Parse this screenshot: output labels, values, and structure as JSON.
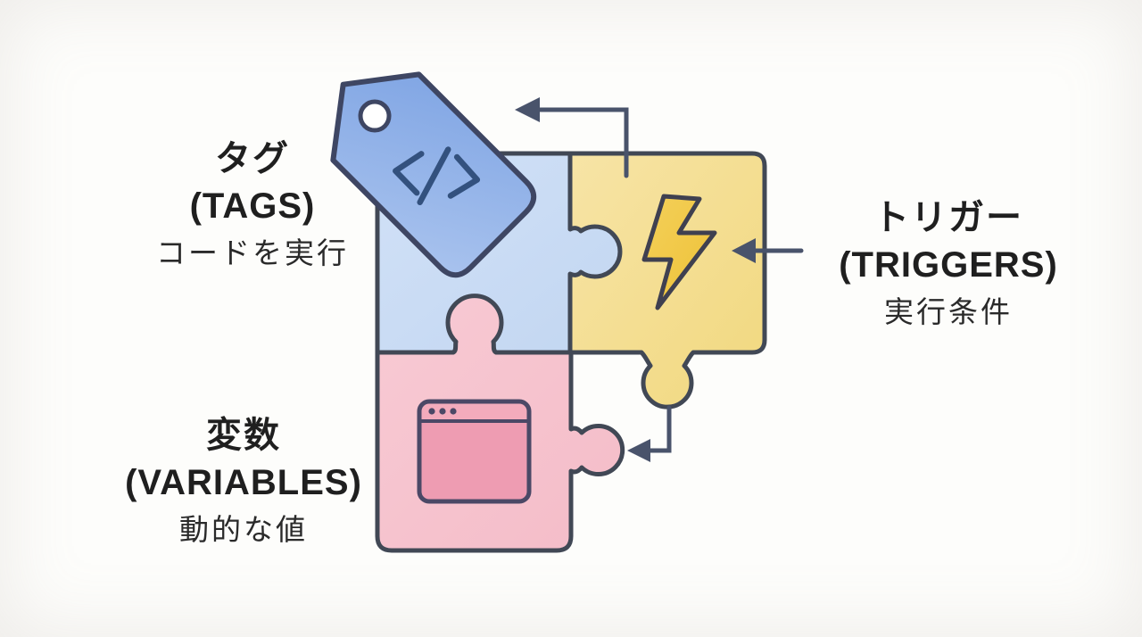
{
  "labels": {
    "tags": {
      "title": "タグ",
      "subtitle": "(TAGS)",
      "description": "コードを実行"
    },
    "triggers": {
      "title": "トリガー",
      "subtitle": "(TRIGGERS)",
      "description": "実行条件"
    },
    "variables": {
      "title": "変数",
      "subtitle": "(VARIABLES)",
      "description": "動的な値"
    }
  },
  "icons": {
    "tag": "tag-icon",
    "code": "code-chevrons-icon",
    "lightning": "lightning-bolt-icon",
    "browser": "browser-window-icon",
    "arrow": "left-arrow-icon"
  },
  "colors": {
    "background": "#fdfdfb",
    "tags_piece_fill": "#c9dcf4",
    "triggers_piece_fill": "#f5df97",
    "variables_piece_fill": "#f7c4cf",
    "tag_label_fill": "#86a9e6",
    "bolt_fill": "#f2c94a",
    "browser_titlebar_fill": "#f3abbc",
    "browser_body_fill": "#ee9cb2",
    "outline": "#414855",
    "arrow": "#49536b",
    "text": "#1f1f1f"
  }
}
